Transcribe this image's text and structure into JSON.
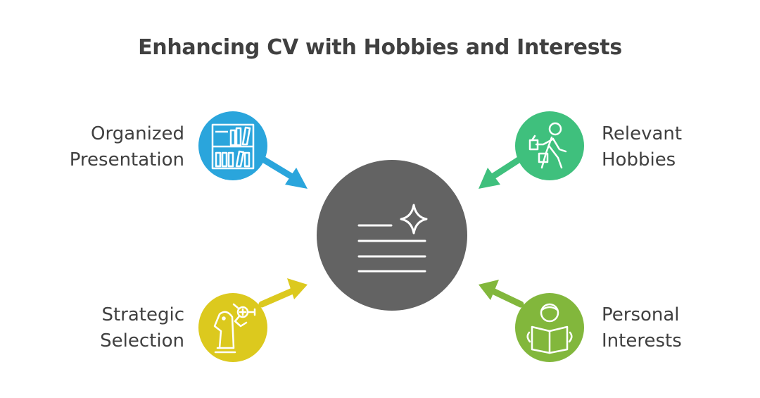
{
  "title": "Enhancing CV with Hobbies and Interests",
  "center": {
    "icon": "document-sparkle-icon",
    "color": "#636363"
  },
  "nodes": [
    {
      "id": "organized-presentation",
      "label_lines": [
        "Organized",
        "Presentation"
      ],
      "icon": "bookshelf-icon",
      "color": "#2aa5dc"
    },
    {
      "id": "relevant-hobbies",
      "label_lines": [
        "Relevant",
        "Hobbies"
      ],
      "icon": "walking-person-icon",
      "color": "#3fc07d"
    },
    {
      "id": "strategic-selection",
      "label_lines": [
        "Strategic",
        "Selection"
      ],
      "icon": "chess-robot-icon",
      "color": "#dcc91e"
    },
    {
      "id": "personal-interests",
      "label_lines": [
        "Personal",
        "Interests"
      ],
      "icon": "reading-person-icon",
      "color": "#82b73c"
    }
  ]
}
